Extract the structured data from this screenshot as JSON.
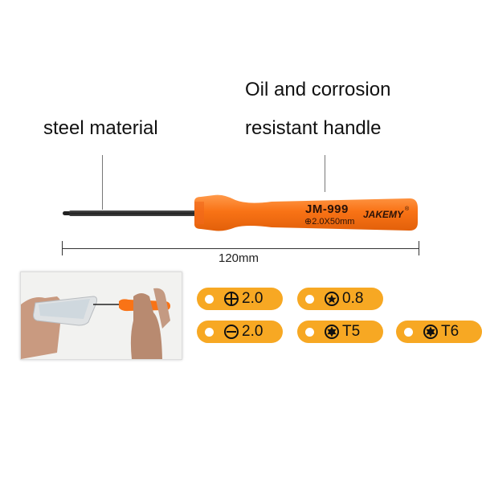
{
  "labels": {
    "steel": "steel material",
    "handle_line1": "Oil and corrosion",
    "handle_line2": "resistant handle"
  },
  "screwdriver": {
    "model": "JM-999",
    "spec": "⊕2.0X50mm",
    "brand": "JAKEMY",
    "brand_mark": "®",
    "handle_color": "#f97316",
    "shaft_color": "#2b2b2b"
  },
  "dimension": {
    "length_label": "120mm"
  },
  "photo": {
    "description": "hands using screwdriver on smartphone"
  },
  "bits": [
    {
      "symbol": "phillips",
      "label": "2.0"
    },
    {
      "symbol": "pentalobe",
      "label": "0.8"
    },
    {
      "symbol": "slotted",
      "label": "2.0"
    },
    {
      "symbol": "torx",
      "label": "T5"
    },
    {
      "symbol": "torx",
      "label": "T6"
    }
  ],
  "colors": {
    "tag": "#f7a823",
    "text": "#111111"
  }
}
